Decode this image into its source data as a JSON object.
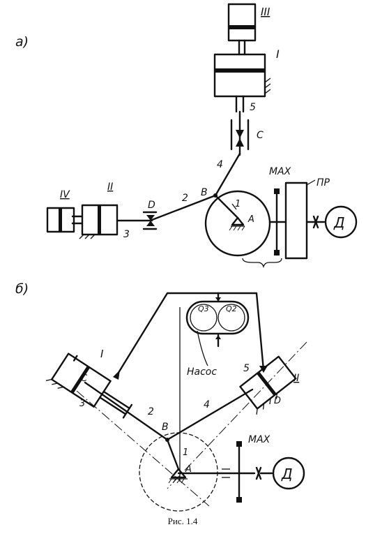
{
  "figure": {
    "caption": "Рис. 1.4"
  },
  "diagram_a": {
    "panel_label": "а)",
    "labels": {
      "cylinder_III": "III",
      "cylinder_I": "I",
      "cylinder_IV": "IV",
      "cylinder_II": "II",
      "rod_5": "5",
      "joint_C": "C",
      "link_4": "4",
      "link_2": "2",
      "link_3": "3",
      "joint_B": "B",
      "joint_D": "D",
      "crank_1": "1",
      "pivot_A": "A",
      "max_mark": "MAX",
      "gearbox_PR": "ПР",
      "motor_D": "Д"
    }
  },
  "diagram_b": {
    "panel_label": "б)",
    "labels": {
      "cylinder_I": "I",
      "cylinder_II": "II",
      "joint_C": "C",
      "link_3": "3",
      "link_2": "2",
      "link_4": "4",
      "rod_5": "5",
      "joint_D": "D",
      "joint_B": "B",
      "crank_1": "1",
      "pivot_A": "A",
      "pump_q3": "Q3",
      "pump_q2": "Q2",
      "pump_name": "Насос",
      "max_mark": "MAX",
      "motor_D": "Д"
    }
  }
}
